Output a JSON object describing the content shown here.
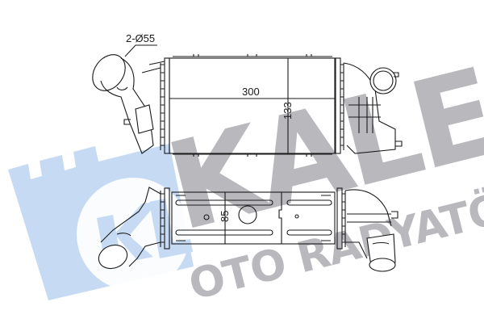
{
  "diagram": {
    "subject": "intercooler technical drawing",
    "views": [
      "top-view",
      "bottom-view"
    ],
    "dimensions": {
      "pipe_diameter": "2-Ø55",
      "core_width": "300",
      "core_height": "133",
      "core_depth": "85"
    }
  },
  "watermark": {
    "brand": "KALE",
    "subtitle": "OTO RADYATÖR",
    "logo_letters": "KL",
    "colors": {
      "logo_blue": "#c6dbf3",
      "text_gray": "#b9b9bd"
    }
  },
  "colors": {
    "line": "#1a1a1a",
    "background": "#ffffff"
  }
}
